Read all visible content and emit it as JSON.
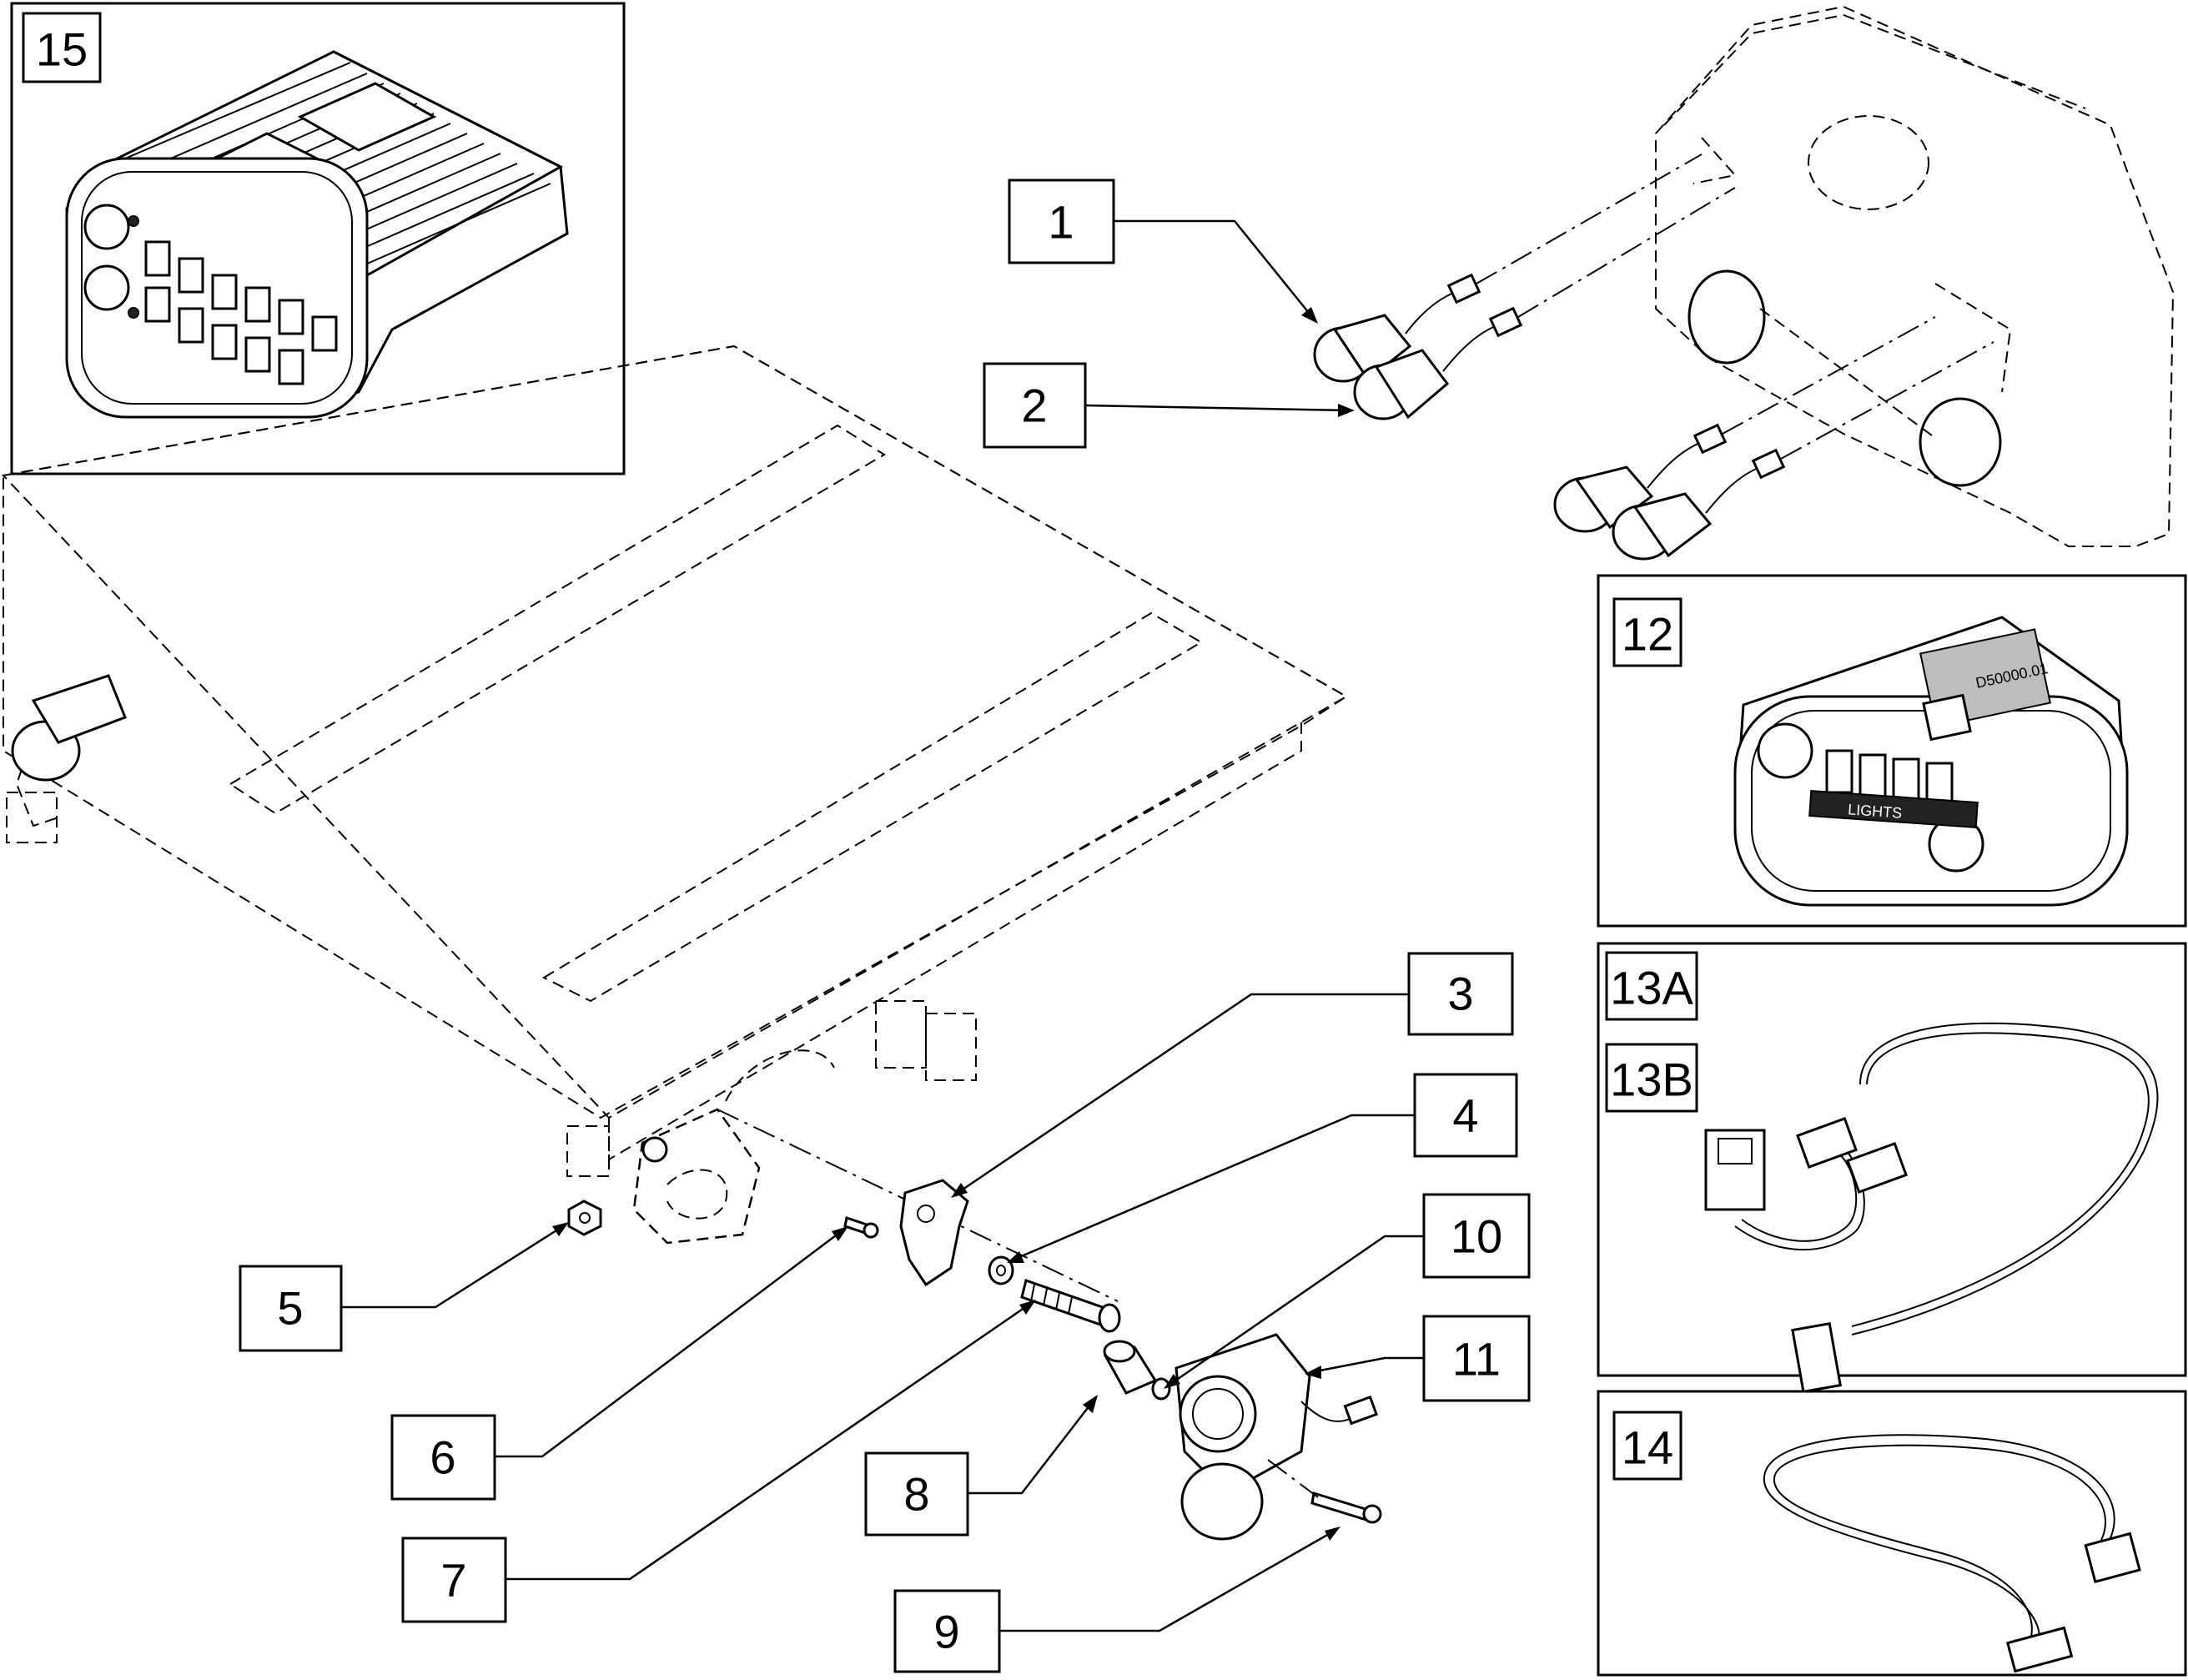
{
  "callouts": {
    "c1": "1",
    "c2": "2",
    "c3": "3",
    "c4": "4",
    "c5": "5",
    "c6": "6",
    "c7": "7",
    "c8": "8",
    "c9": "9",
    "c10": "10",
    "c11": "11",
    "c12": "12",
    "c13a": "13A",
    "c13b": "13B",
    "c14": "14",
    "c15": "15"
  },
  "module_label": "D50000.01",
  "lights_label": "LIGHTS"
}
